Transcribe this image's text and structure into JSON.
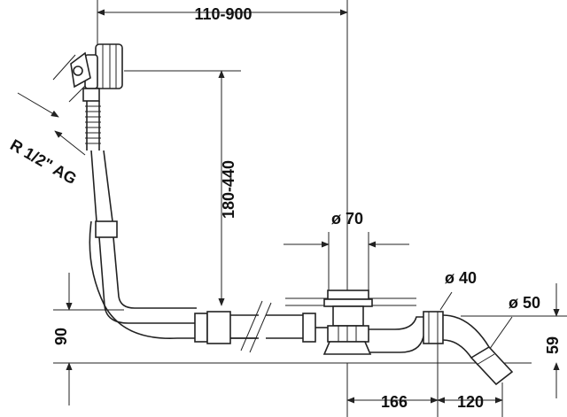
{
  "dimensions": {
    "width_range": "110-900",
    "height_range": "180-440",
    "thread": "R 1/2\" AG",
    "overflow_diameter": "ø 70",
    "outlet_diameter": "ø 40",
    "trap_diameter": "ø 50",
    "left_height": "90",
    "right_height": "59",
    "spacing_a": "166",
    "spacing_b": "120"
  },
  "colors": {
    "line": "#222222",
    "text": "#111111",
    "background": "#ffffff"
  }
}
